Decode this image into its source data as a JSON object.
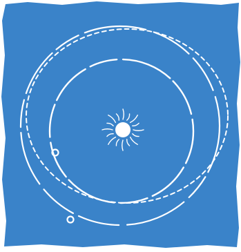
{
  "diagram": {
    "kind": "orbits-around-star",
    "background_color": "#3a83c9",
    "line_color": "#ffffff",
    "star_color": "#ffffff",
    "elements": [
      "sun",
      "outer-orbit",
      "transfer-orbit",
      "inner-orbit",
      "planet-marker-inner",
      "planet-marker-outer"
    ]
  }
}
